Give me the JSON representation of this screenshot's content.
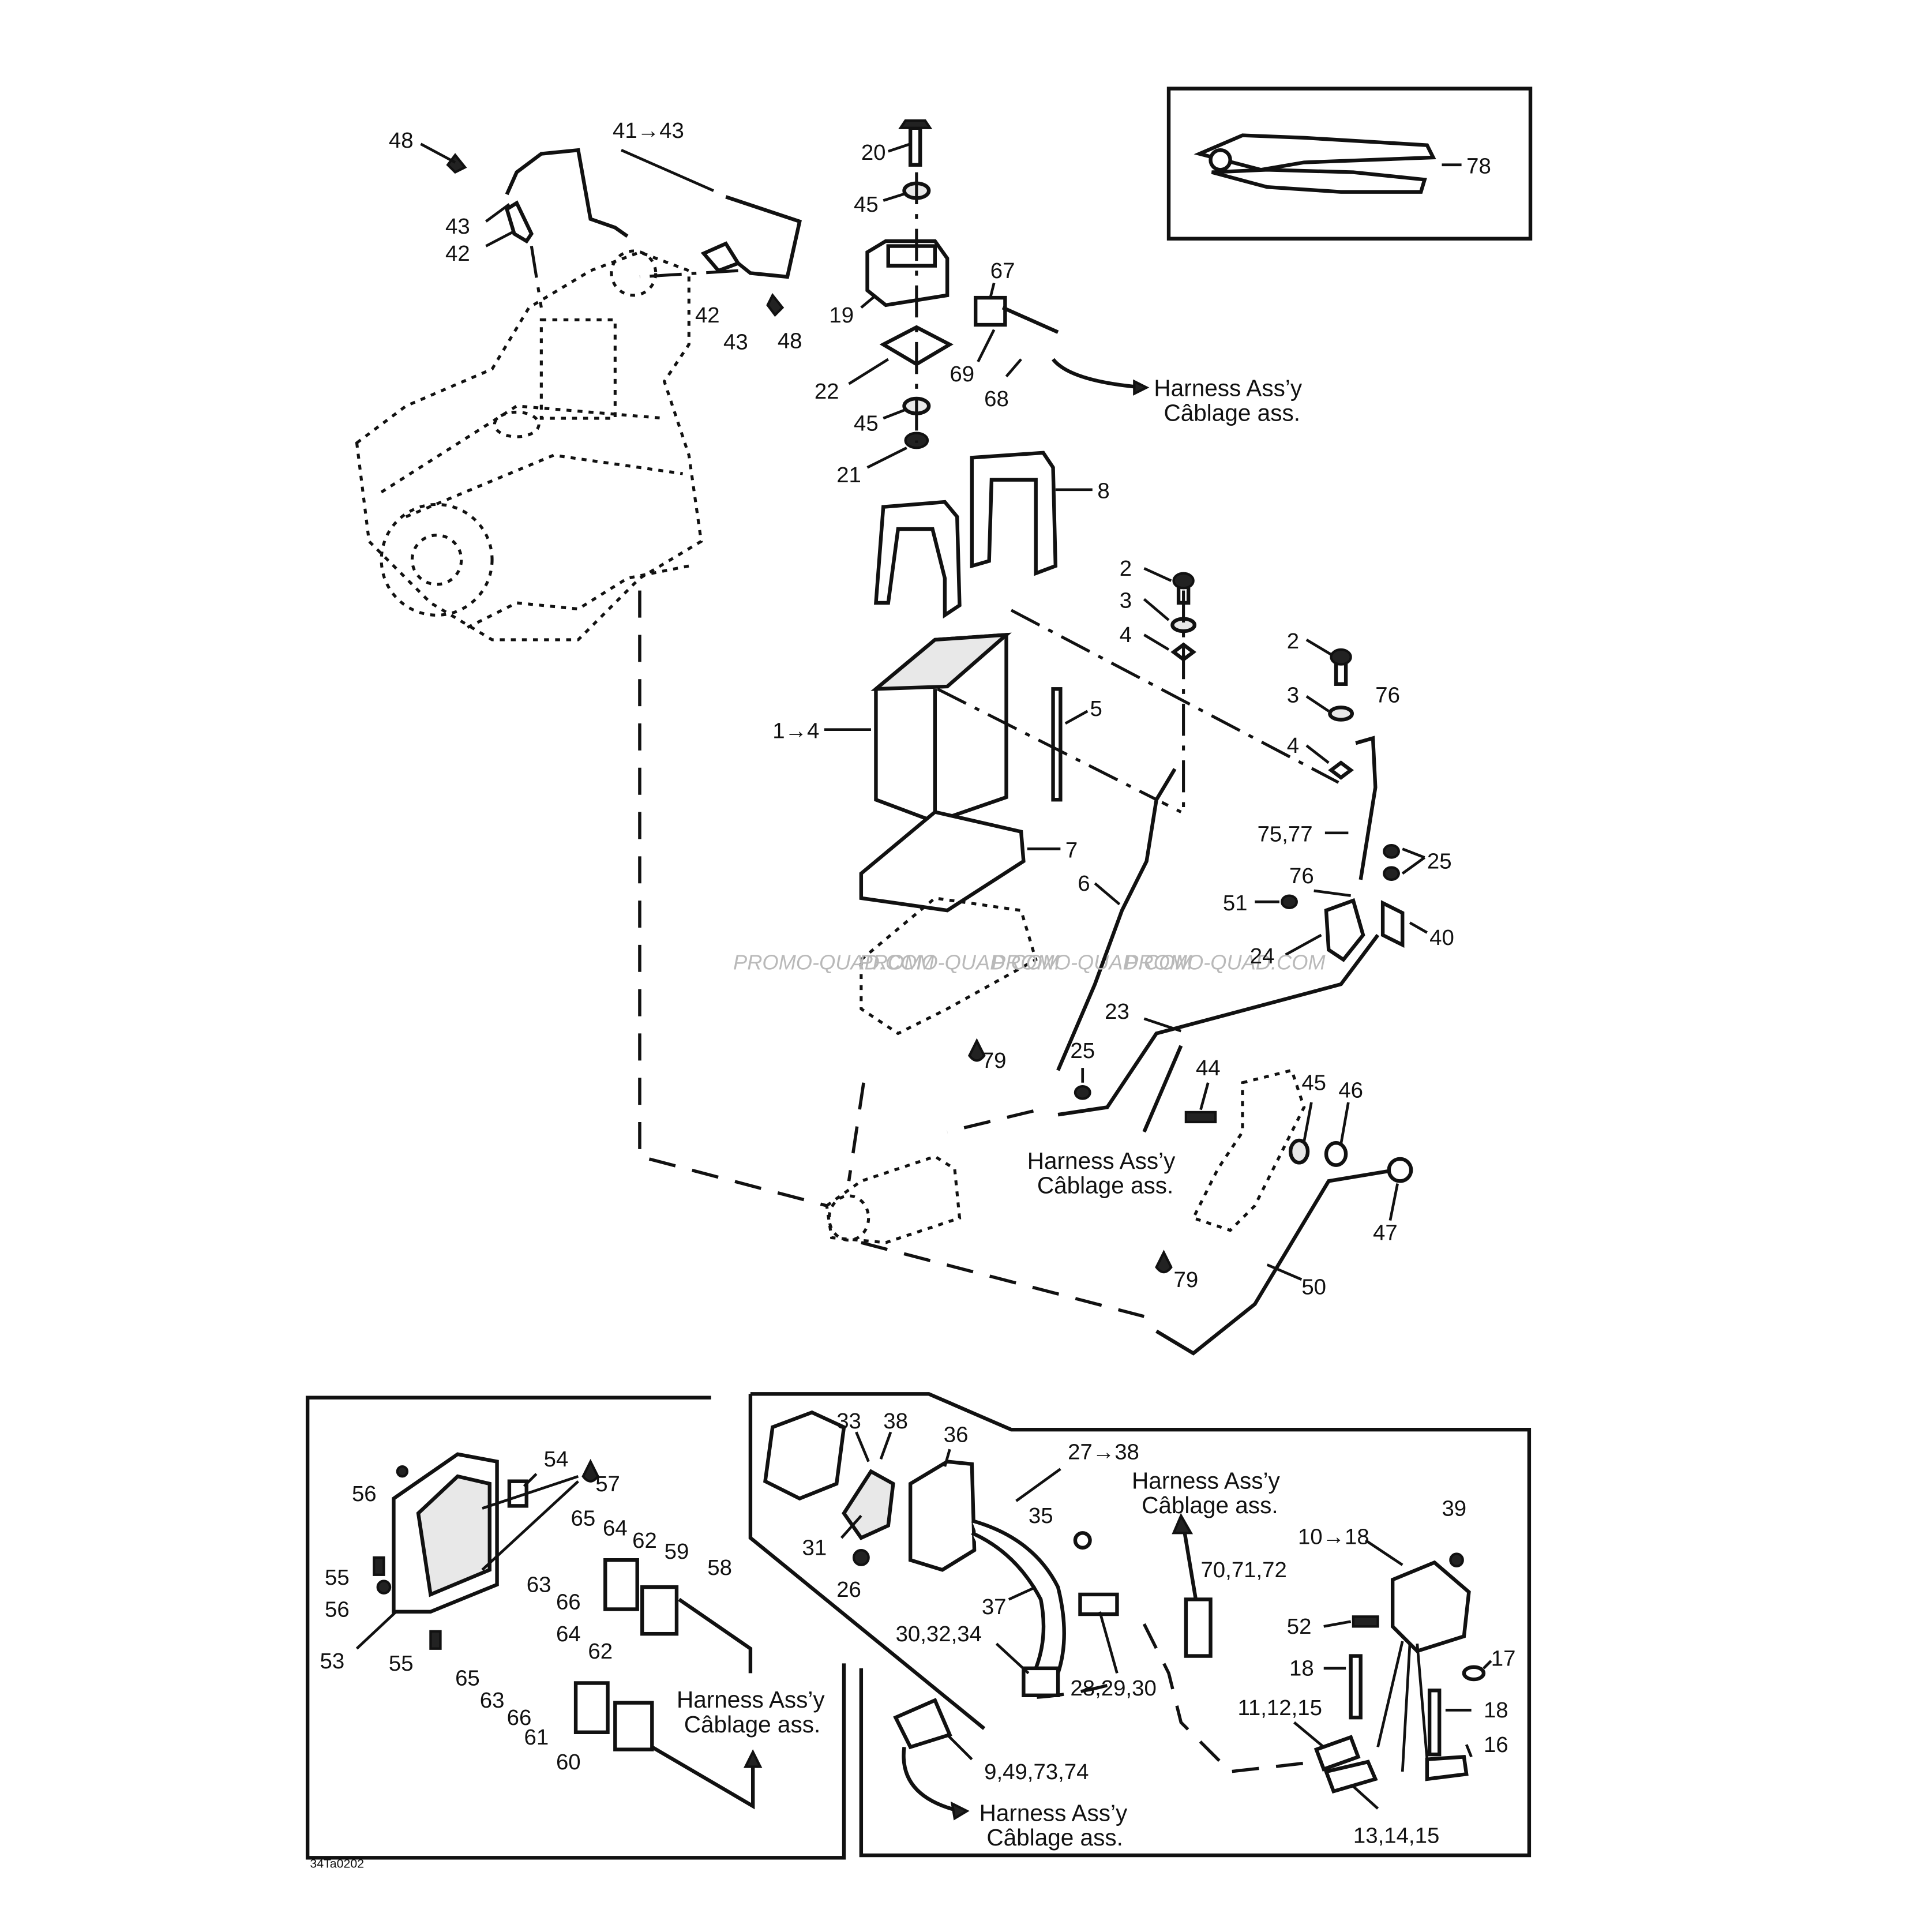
{
  "diagram": {
    "callouts": [
      "48",
      "41→43",
      "20",
      "45",
      "67",
      "43",
      "42",
      "42",
      "43",
      "48",
      "19",
      "69",
      "68",
      "22",
      "45",
      "21",
      "8",
      "2",
      "3",
      "4",
      "2",
      "3",
      "76",
      "4",
      "1→4",
      "5",
      "7",
      "6",
      "75,77",
      "25",
      "76",
      "51",
      "40",
      "24",
      "23",
      "25",
      "79",
      "44",
      "45",
      "46",
      "47",
      "79",
      "50",
      "78",
      "56",
      "54",
      "57",
      "65",
      "64",
      "62",
      "59",
      "58",
      "55",
      "56",
      "63",
      "66",
      "53",
      "55",
      "64",
      "62",
      "65",
      "63",
      "66",
      "61",
      "60",
      "33",
      "38",
      "36",
      "27→38",
      "31",
      "35",
      "26",
      "37",
      "30,32,34",
      "28,29,30",
      "9,49,73,74",
      "70,71,72",
      "39",
      "10→18",
      "52",
      "18",
      "17",
      "11,12,15",
      "18",
      "16",
      "13,14,15"
    ],
    "harness_label_en": "Harness Ass’y",
    "harness_label_fr": "Câblage ass.",
    "drawing_code": "34Ta0202",
    "watermark": "PROMO-QUAD.COM"
  }
}
